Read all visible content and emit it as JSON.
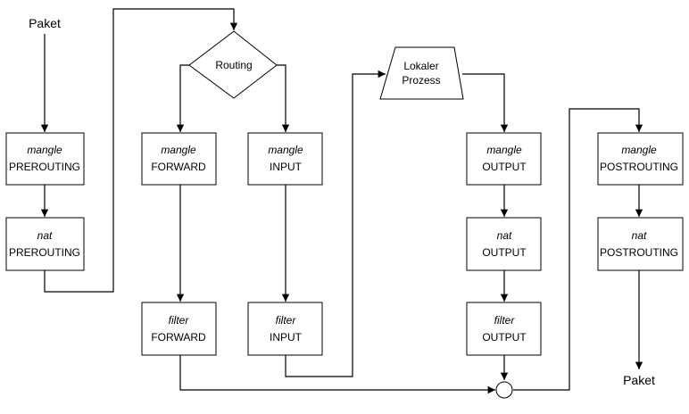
{
  "labels": {
    "packet_in": "Paket",
    "packet_out": "Paket"
  },
  "routing": {
    "label": "Routing"
  },
  "local_process": {
    "line1": "Lokaler",
    "line2": "Prozess"
  },
  "boxes": {
    "mangle_prerouting": {
      "table": "mangle",
      "chain": "PREROUTING"
    },
    "nat_prerouting": {
      "table": "nat",
      "chain": "PREROUTING"
    },
    "mangle_forward": {
      "table": "mangle",
      "chain": "FORWARD"
    },
    "filter_forward": {
      "table": "filter",
      "chain": "FORWARD"
    },
    "mangle_input": {
      "table": "mangle",
      "chain": "INPUT"
    },
    "filter_input": {
      "table": "filter",
      "chain": "INPUT"
    },
    "mangle_output": {
      "table": "mangle",
      "chain": "OUTPUT"
    },
    "nat_output": {
      "table": "nat",
      "chain": "OUTPUT"
    },
    "filter_output": {
      "table": "filter",
      "chain": "OUTPUT"
    },
    "mangle_postrouting": {
      "table": "mangle",
      "chain": "POSTROUTING"
    },
    "nat_postrouting": {
      "table": "nat",
      "chain": "POSTROUTING"
    }
  },
  "colors": {
    "stroke": "#000000",
    "background": "#ffffff"
  }
}
